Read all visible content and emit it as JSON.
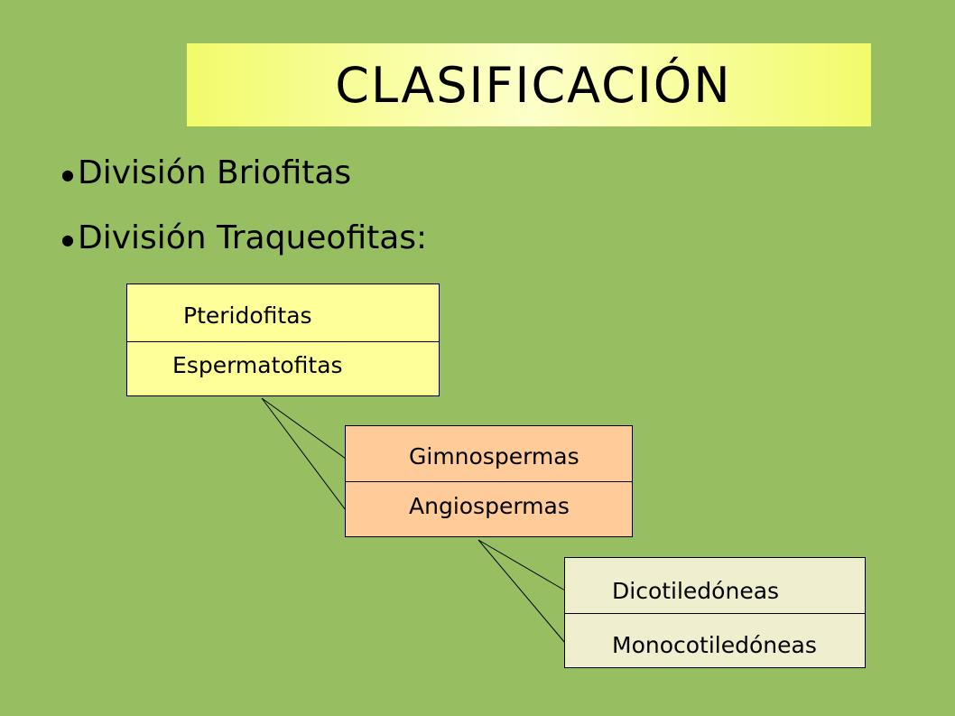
{
  "title": "CLASIFICACIÓN",
  "bullets": [
    {
      "marker": "●",
      "text": "División Briofitas"
    },
    {
      "marker": "●",
      "text": "División Traqueofitas:"
    }
  ],
  "boxes": [
    {
      "items": [
        "Pteridofitas",
        "Espermatofitas"
      ],
      "fill": "#ffff99"
    },
    {
      "items": [
        "Gimnospermas",
        "Angiospermas"
      ],
      "fill": "#ffcc99"
    },
    {
      "items": [
        "Dicotiledóneas",
        "Monocotiledóneas"
      ],
      "fill": "#efefcf"
    }
  ],
  "colors": {
    "background": "#97bf61",
    "title_band": "#f2fb6b"
  }
}
